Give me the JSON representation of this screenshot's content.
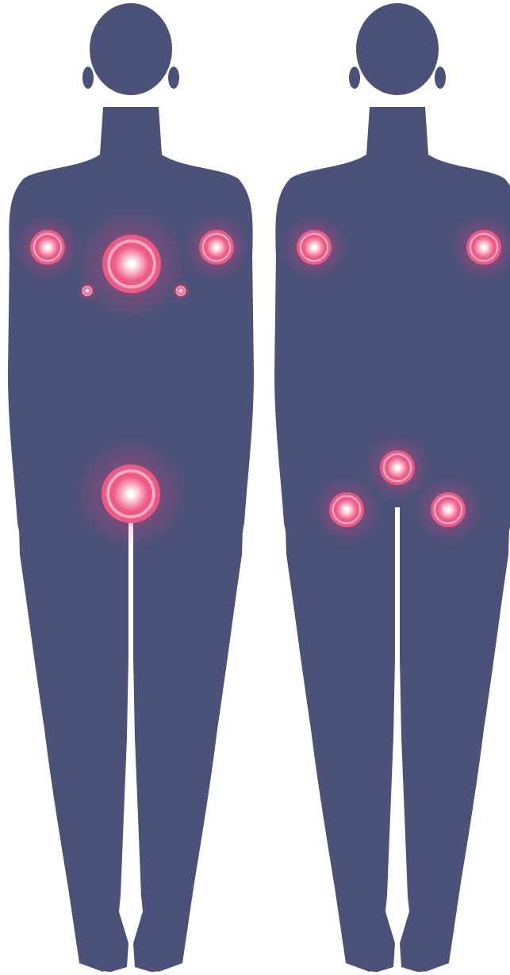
{
  "colors": {
    "background": "#ffffff",
    "silhouette": "#4b5179",
    "marker_core": "#ffffff",
    "marker_mid": "#ffb1c8",
    "marker_ring": "#ee5a86",
    "marker_glow": "#ff3f7f"
  },
  "figures": [
    {
      "name": "front-view-figure",
      "markers": [
        {
          "name": "marker-right-shoulder",
          "size": "medium"
        },
        {
          "name": "marker-chest-center",
          "size": "large"
        },
        {
          "name": "marker-left-shoulder",
          "size": "medium"
        },
        {
          "name": "marker-right-breast",
          "size": "tiny"
        },
        {
          "name": "marker-left-breast",
          "size": "tiny"
        },
        {
          "name": "marker-pelvis",
          "size": "large"
        }
      ]
    },
    {
      "name": "back-view-figure",
      "markers": [
        {
          "name": "marker-right-shoulder",
          "size": "medium"
        },
        {
          "name": "marker-left-shoulder",
          "size": "medium"
        },
        {
          "name": "marker-lower-back",
          "size": "medium"
        },
        {
          "name": "marker-right-buttock",
          "size": "medium"
        },
        {
          "name": "marker-left-buttock",
          "size": "medium"
        }
      ]
    }
  ]
}
